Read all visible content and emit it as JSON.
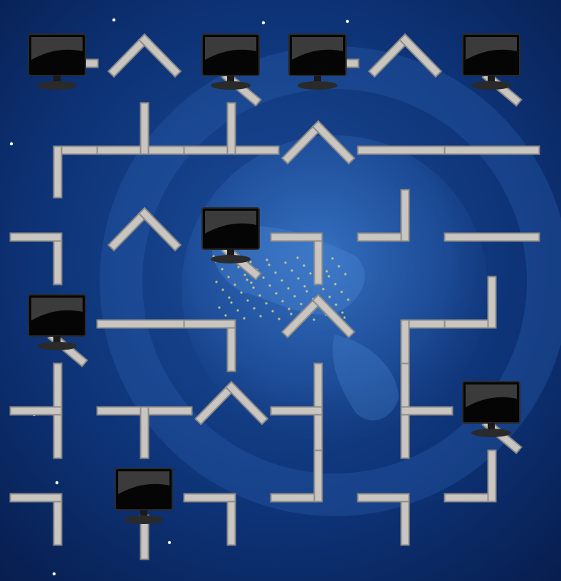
{
  "game": {
    "type": "network-pipe-puzzle",
    "colors": {
      "background": "#0b2a66",
      "pipe": "#c9c6c2",
      "pipe_edge": "#8e8b88",
      "monitor_screen": "#050505",
      "globe": "#2a64b8"
    }
  },
  "tiles": [
    {
      "id": "t-0-0",
      "row": 0,
      "col": 0,
      "kind": "computer",
      "rotation": 90
    },
    {
      "id": "t-0-1",
      "row": 0,
      "col": 1,
      "kind": "elbow",
      "rotation": 0
    },
    {
      "id": "t-0-2",
      "row": 0,
      "col": 2,
      "kind": "computer",
      "rotation": 135
    },
    {
      "id": "t-0-3",
      "row": 0,
      "col": 3,
      "kind": "computer",
      "rotation": 90
    },
    {
      "id": "t-0-4",
      "row": 0,
      "col": 4,
      "kind": "elbow",
      "rotation": 0
    },
    {
      "id": "t-0-5",
      "row": 0,
      "col": 5,
      "kind": "computer",
      "rotation": 135
    },
    {
      "id": "t-1-0",
      "row": 1,
      "col": 0,
      "kind": "corner",
      "rotation": 0
    },
    {
      "id": "t-1-1",
      "row": 1,
      "col": 1,
      "kind": "tee",
      "rotation": 0
    },
    {
      "id": "t-1-2",
      "row": 1,
      "col": 2,
      "kind": "tee",
      "rotation": 0
    },
    {
      "id": "t-1-3",
      "row": 1,
      "col": 3,
      "kind": "elbow",
      "rotation": 0
    },
    {
      "id": "t-1-4",
      "row": 1,
      "col": 4,
      "kind": "straight",
      "rotation": 90
    },
    {
      "id": "t-1-5",
      "row": 1,
      "col": 5,
      "kind": "straight",
      "rotation": 90
    },
    {
      "id": "t-2-0",
      "row": 2,
      "col": 0,
      "kind": "corner",
      "rotation": 90
    },
    {
      "id": "t-2-1",
      "row": 2,
      "col": 1,
      "kind": "elbow",
      "rotation": 0
    },
    {
      "id": "t-2-2",
      "row": 2,
      "col": 2,
      "kind": "computer",
      "rotation": 135
    },
    {
      "id": "t-2-3",
      "row": 2,
      "col": 3,
      "kind": "corner",
      "rotation": 90
    },
    {
      "id": "t-2-4",
      "row": 2,
      "col": 4,
      "kind": "corner",
      "rotation": 180
    },
    {
      "id": "t-2-5",
      "row": 2,
      "col": 5,
      "kind": "straight",
      "rotation": 90
    },
    {
      "id": "t-3-0",
      "row": 3,
      "col": 0,
      "kind": "computer",
      "rotation": 135
    },
    {
      "id": "t-3-1",
      "row": 3,
      "col": 1,
      "kind": "straight",
      "rotation": 90
    },
    {
      "id": "t-3-2",
      "row": 3,
      "col": 2,
      "kind": "corner",
      "rotation": 90
    },
    {
      "id": "t-3-3",
      "row": 3,
      "col": 3,
      "kind": "elbow",
      "rotation": 0
    },
    {
      "id": "t-3-4",
      "row": 3,
      "col": 4,
      "kind": "corner",
      "rotation": 0
    },
    {
      "id": "t-3-5",
      "row": 3,
      "col": 5,
      "kind": "corner",
      "rotation": 180
    },
    {
      "id": "t-4-0",
      "row": 4,
      "col": 0,
      "kind": "tee",
      "rotation": 270
    },
    {
      "id": "t-4-1",
      "row": 4,
      "col": 1,
      "kind": "tee",
      "rotation": 180
    },
    {
      "id": "t-4-2",
      "row": 4,
      "col": 2,
      "kind": "elbow",
      "rotation": 0
    },
    {
      "id": "t-4-3",
      "row": 4,
      "col": 3,
      "kind": "tee",
      "rotation": 270
    },
    {
      "id": "t-4-4",
      "row": 4,
      "col": 4,
      "kind": "tee",
      "rotation": 90
    },
    {
      "id": "t-4-5",
      "row": 4,
      "col": 5,
      "kind": "computer",
      "rotation": 135
    },
    {
      "id": "t-5-0",
      "row": 5,
      "col": 0,
      "kind": "corner",
      "rotation": 90
    },
    {
      "id": "t-5-1",
      "row": 5,
      "col": 1,
      "kind": "computer",
      "rotation": 180
    },
    {
      "id": "t-5-2",
      "row": 5,
      "col": 2,
      "kind": "corner",
      "rotation": 90
    },
    {
      "id": "t-5-3",
      "row": 5,
      "col": 3,
      "kind": "corner",
      "rotation": 180
    },
    {
      "id": "t-5-4",
      "row": 5,
      "col": 4,
      "kind": "corner",
      "rotation": 90
    },
    {
      "id": "t-5-5",
      "row": 5,
      "col": 5,
      "kind": "corner",
      "rotation": 180
    }
  ]
}
